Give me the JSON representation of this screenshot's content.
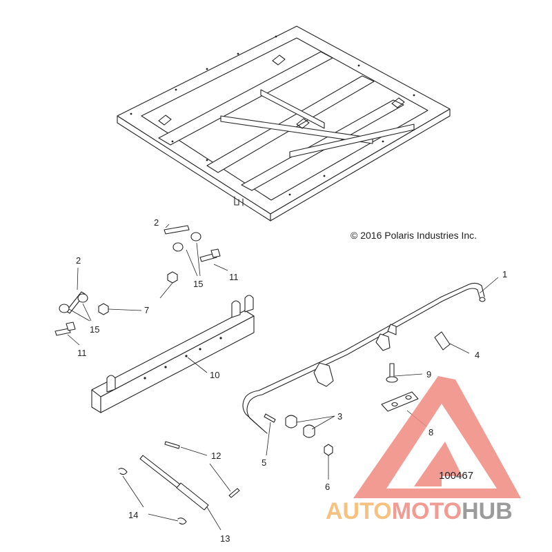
{
  "copyright": "© 2016 Polaris Industries Inc.",
  "diagram_number": "100467",
  "callouts": [
    {
      "id": "c1",
      "label": "1"
    },
    {
      "id": "c2a",
      "label": "2"
    },
    {
      "id": "c2b",
      "label": "2"
    },
    {
      "id": "c3",
      "label": "3"
    },
    {
      "id": "c4",
      "label": "4"
    },
    {
      "id": "c5",
      "label": "5"
    },
    {
      "id": "c6",
      "label": "6"
    },
    {
      "id": "c7",
      "label": "7"
    },
    {
      "id": "c8",
      "label": "8"
    },
    {
      "id": "c9",
      "label": "9"
    },
    {
      "id": "c10",
      "label": "10"
    },
    {
      "id": "c11a",
      "label": "11"
    },
    {
      "id": "c11b",
      "label": "11"
    },
    {
      "id": "c12",
      "label": "12"
    },
    {
      "id": "c13",
      "label": "13"
    },
    {
      "id": "c14",
      "label": "14"
    },
    {
      "id": "c15a",
      "label": "15"
    },
    {
      "id": "c15b",
      "label": "15"
    }
  ],
  "watermark": {
    "part1": "AUTO",
    "part2": "MOTO",
    "part3": "HUB",
    "color_light": "#f6b86a",
    "color_red": "#f08a80",
    "color_gray": "#8a8a8a"
  }
}
